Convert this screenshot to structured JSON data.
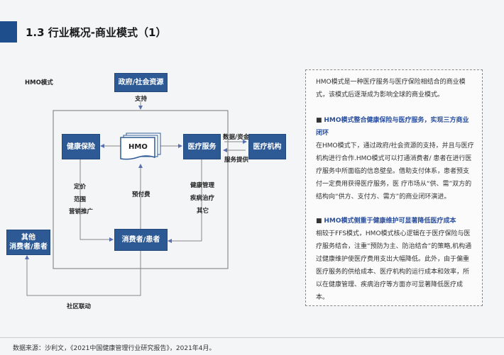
{
  "header": {
    "title": "1.3 行业概况-商业模式（1）"
  },
  "diagram": {
    "label": "HMO模式",
    "gov": "政府/社会资源",
    "support": "支持",
    "hmo": "HMO",
    "insurance": "健康保险",
    "service": "医疗服务",
    "institution": "医疗机构",
    "data_funds": "数据/资金",
    "service_provide": "服务提供",
    "ins_labels": [
      "定价",
      "范围",
      "营销推广"
    ],
    "prepay": "预付费",
    "svc_labels": [
      "健康管理",
      "疾病治疗",
      "其它"
    ],
    "consumer": "消费者/患者",
    "other_consumer_1": "其他",
    "other_consumer_2": "消费者/患者",
    "community": "社区联动"
  },
  "panel": {
    "intro": "HMO模式是一种医疗服务与医疗保险相结合的商业模式，该模式后逐渐成为影响全球的商业模式。",
    "h1": "HMO模式整合健康保险与医疗服务，实现三方商业闭环",
    "p1": "在HMO模式下，通过政府/社会资源的支持，并且与医疗机构进行合作.HMO模式可以打通消费者/ 患者在进行医疗服务中所面临的信息壁垒。借助支付体系，患者预支付一定费用获得医疗服务，医 疗市场从“供、需”双方的结构向“供方、支付方、需方”的商业闭环演进。",
    "h2": "HMO模式侧重于健康维护可显著降低医疗成本",
    "p2": "相较于FFS模式，HMO模式核心逻辑在于医疗保险与医疗服务结合，注重“预防为主、防治结合”的策略,机构通过健康维护使医疗费用支出大幅降低。此外，由于偏重医疗服务的供给成本、医疗机构的运行成本和效率，所以在健康管理、疾病治疗等方面亦可显著降低医疗成本。"
  },
  "footer": {
    "source": "数据来源：沙利文，《2021中国健康管理行业研究报告》，2021年4月。"
  }
}
